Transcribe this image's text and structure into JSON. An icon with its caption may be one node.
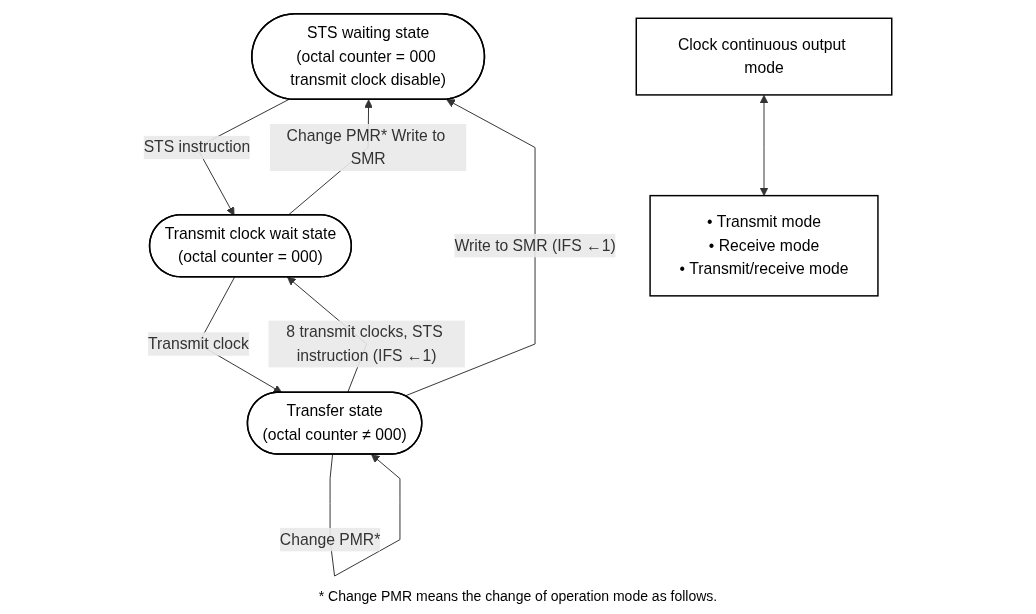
{
  "diagram": {
    "nodes": [
      {
        "text": [
          "STS waiting state",
          "(octal counter = 000 transmit clock disable)"
        ]
      },
      {
        "text": [
          "Transmit clock wait state",
          "(octal counter = 000)"
        ]
      },
      {
        "text": [
          "Transfer state",
          "(octal counter ≠ 000)"
        ]
      },
      {
        "text": [
          "Clock continuous output mode"
        ]
      },
      {
        "text": [
          "• Transmit mode",
          "• Receive mode",
          "• Transmit/receive mode"
        ]
      }
    ],
    "edges": [
      {
        "from": 1,
        "to": 0,
        "arrow": "to",
        "label": "Change PMR* Write to SMR"
      },
      {
        "from": 0,
        "to": 1,
        "arrow": "to",
        "label": "STS instruction"
      },
      {
        "from": 2,
        "to": 0,
        "arrow": "to",
        "label": "Write to SMR (IFS ←1)"
      },
      {
        "from": 1,
        "to": 2,
        "arrow": "to",
        "label": "Transmit clock"
      },
      {
        "from": 2,
        "to": 1,
        "arrow": "to",
        "label": "8 transmit clocks, STS instruction (IFS ←1)"
      },
      {
        "from": 2,
        "to": 2,
        "arrow": "to",
        "label": "Change PMR*"
      },
      {
        "from": 3,
        "to": 4,
        "arrow": "both"
      }
    ],
    "labels": [
      "* Change PMR means the change of operation mode as follows."
    ]
  }
}
